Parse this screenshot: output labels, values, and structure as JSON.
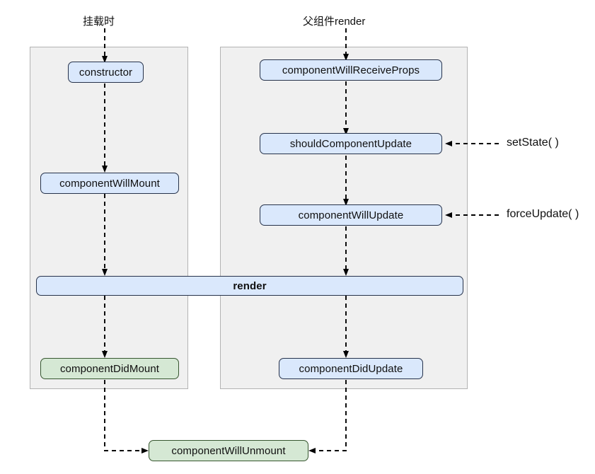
{
  "diagram": {
    "title_mount": "挂载时",
    "title_update": "父组件render",
    "nodes": {
      "constructor": "constructor",
      "component_will_mount": "componentWillMount",
      "component_did_mount": "componentDidMount",
      "component_will_receive_props": "componentWillReceiveProps",
      "should_component_update": "shouldComponentUpdate",
      "component_will_update": "componentWillUpdate",
      "component_did_update": "componentDidUpdate",
      "render": "render",
      "component_will_unmount": "componentWillUnmount"
    },
    "side_labels": {
      "set_state": "setState( )",
      "force_update": "forceUpdate( )"
    },
    "colors": {
      "blue_fill": "#dae8fc",
      "blue_stroke": "#26324a",
      "green_fill": "#d5e8d4",
      "green_stroke": "#36562f",
      "phase_fill": "#f0f0f0",
      "phase_stroke": "#b3b3b3",
      "edge_stroke": "#000000"
    }
  }
}
